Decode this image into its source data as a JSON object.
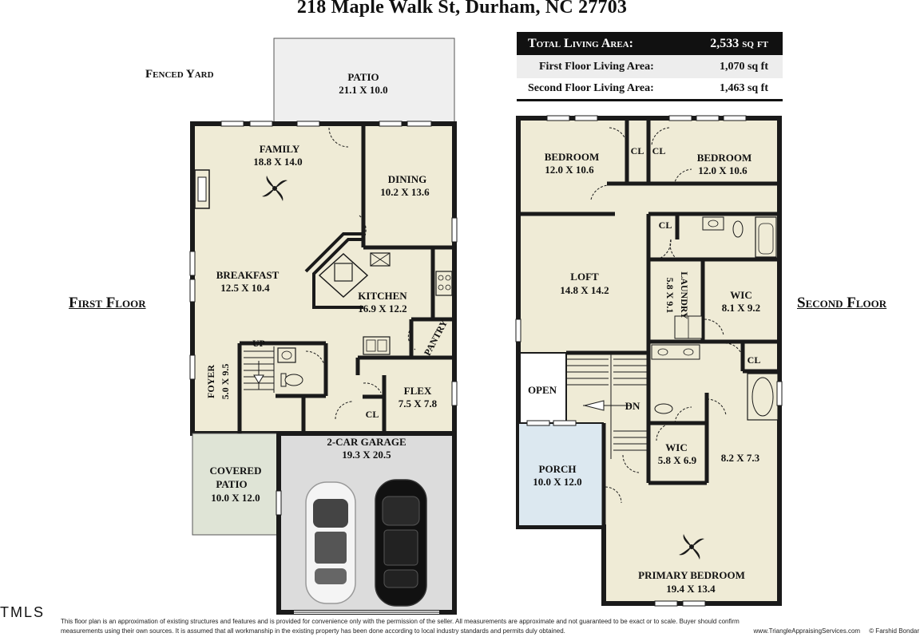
{
  "title": "218 Maple Walk St, Durham, NC 27703",
  "labels": {
    "fenced_yard": "Fenced Yard",
    "first_floor": "First Floor",
    "second_floor": "Second Floor"
  },
  "areas": {
    "total_label": "Total Living Area:",
    "total_value": "2,533 sq ft",
    "first_label": "First Floor Living Area:",
    "first_value": "1,070 sq ft",
    "second_label": "Second Floor Living Area:",
    "second_value": "1,463 sq ft"
  },
  "rooms_first": {
    "patio": "PATIO",
    "patio_size": "21.1 X 10.0",
    "family": "FAMILY",
    "family_size": "18.8 X 14.0",
    "dining": "DINING",
    "dining_size": "10.2 X 13.6",
    "breakfast": "BREAKFAST",
    "breakfast_size": "12.5 X 10.4",
    "kitchen": "KITCHEN",
    "kitchen_size": "16.9 X 12.2",
    "pantry": "PANTRY",
    "up": "UP",
    "foyer": "FOYER",
    "foyer_size": "5.0 X 9.5",
    "flex": "FLEX",
    "flex_size": "7.5 X 7.8",
    "cl": "CL",
    "garage": "2-CAR GARAGE",
    "garage_size": "19.3 X 20.5",
    "covered_patio_1": "COVERED",
    "covered_patio_2": "PATIO",
    "covered_patio_size": "10.0 X 12.0"
  },
  "rooms_second": {
    "bedroom_a": "BEDROOM",
    "bedroom_a_size": "12.0 X 10.6",
    "bedroom_b": "BEDROOM",
    "bedroom_b_size": "12.0 X 10.6",
    "cl": "CL",
    "loft": "LOFT",
    "loft_size": "14.8 X 14.2",
    "laundry": "LAUNDRY",
    "laundry_size": "5.8 X 9.1",
    "wic": "WIC",
    "wic_size": "8.1 X 9.2",
    "open": "OPEN",
    "dn": "DN",
    "wic2": "WIC",
    "wic2_size": "5.8 X 6.9",
    "unnamed_size": "8.2 X 7.3",
    "porch": "PORCH",
    "porch_size": "10.0 X 12.0",
    "primary": "PRIMARY BEDROOM",
    "primary_size": "19.4 X 13.4"
  },
  "footer": {
    "line1": "This floor plan is an approximation of existing structures and features and is provided for convenience only with the permission of the seller.  All measurements are approximate and not guaranteed to be exact or to scale.  Buyer should confirm",
    "line2": "measurements using their own sources.  It is assumed that all workmanship in the existing property has been done according to local industry standards and permits duly obtained.",
    "website": "www.TriangleAppraisingServices.com",
    "credit": "© Farshid Bondar"
  },
  "mls_mark": "TMLS",
  "colors": {
    "floor_fill": "#efebd6",
    "wall": "#1a1a1a",
    "patio_fill": "#efefef",
    "garage_fill": "#dcdcdc",
    "covered_patio_fill": "#dfe4d6",
    "porch_fill": "#dce8f0"
  }
}
